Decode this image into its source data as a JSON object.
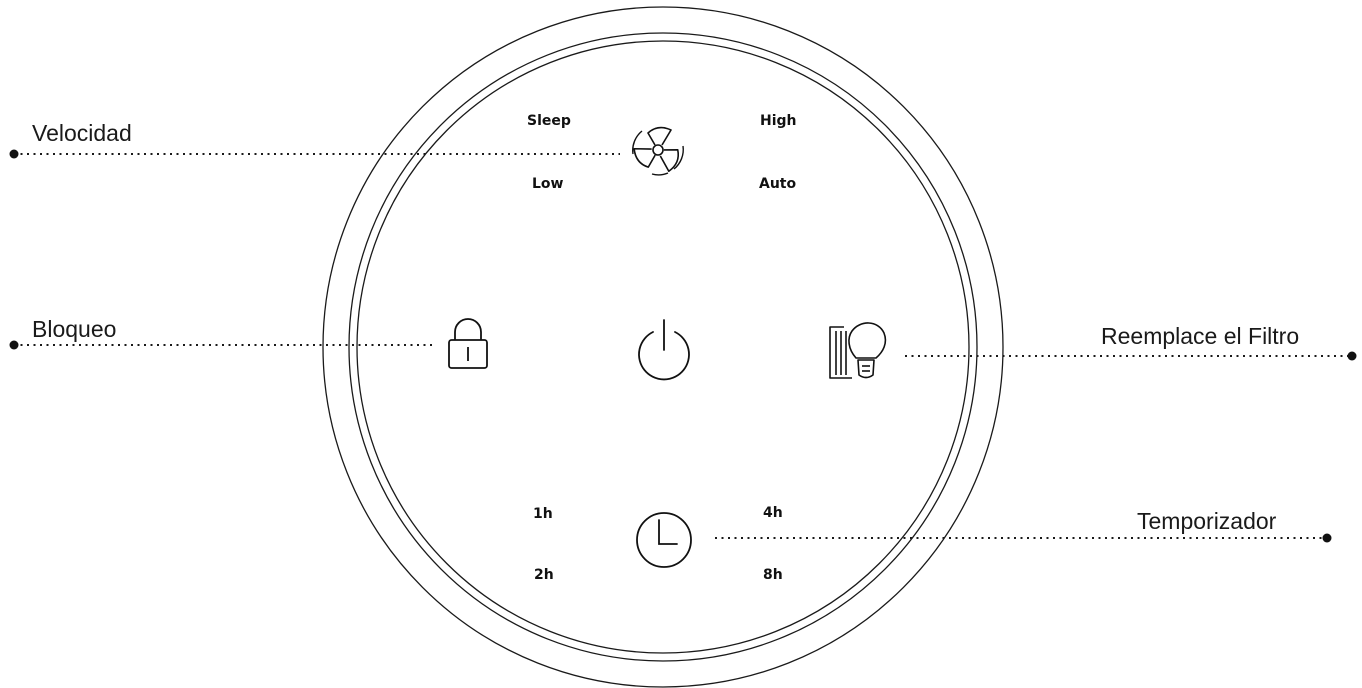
{
  "callouts": {
    "velocidad": "Velocidad",
    "bloqueo": "Bloqueo",
    "reemplace_filtro": "Reemplace el Filtro",
    "temporizador": "Temporizador"
  },
  "speed_modes": {
    "sleep": "Sleep",
    "high": "High",
    "low": "Low",
    "auto": "Auto"
  },
  "timer_options": {
    "h1": "1h",
    "h2": "2h",
    "h4": "4h",
    "h8": "8h"
  },
  "icons": {
    "fan": "fan-icon",
    "lock": "lock-icon",
    "power": "power-icon",
    "filter": "filter-bulb-icon",
    "clock": "clock-icon"
  },
  "colors": {
    "line": "#111111",
    "background": "#ffffff"
  }
}
